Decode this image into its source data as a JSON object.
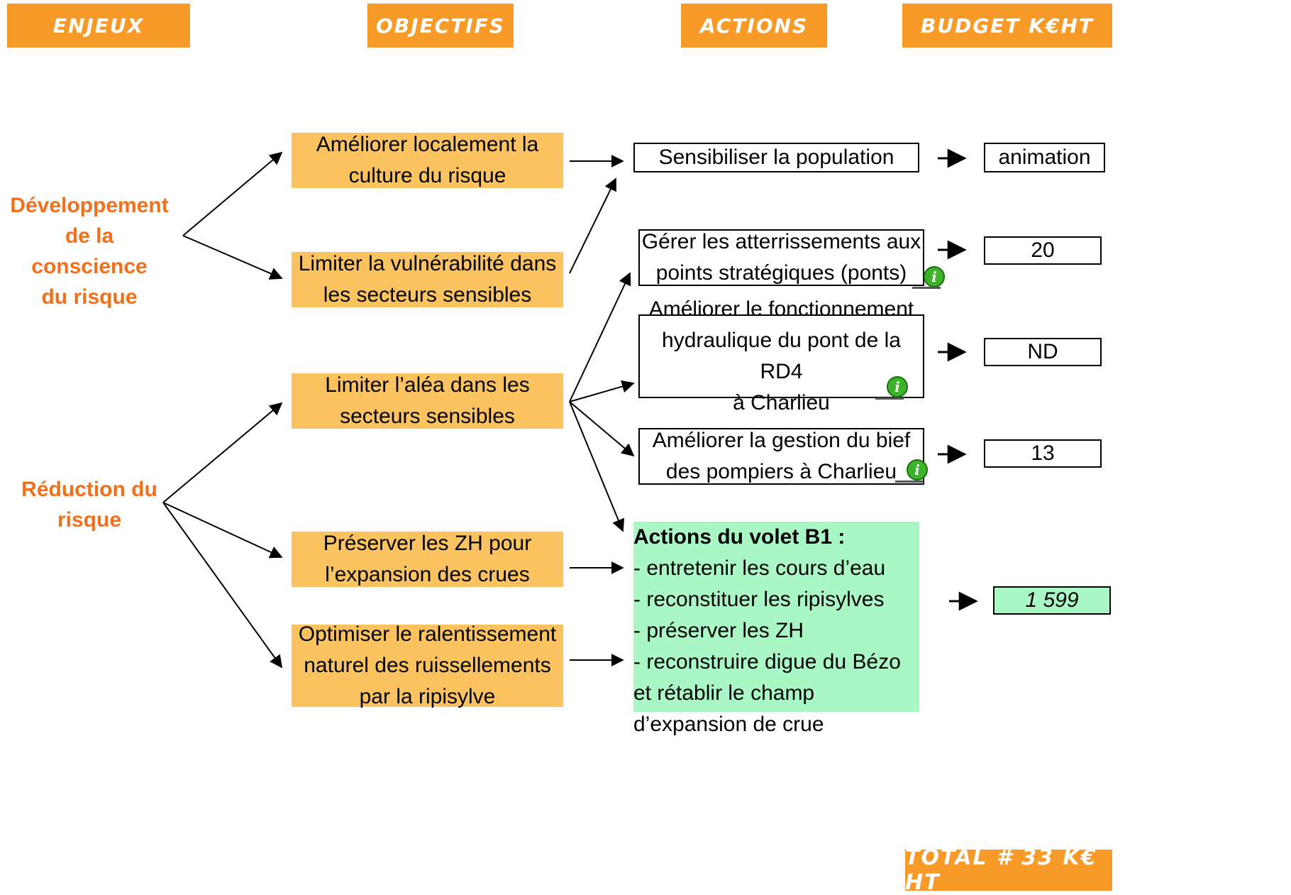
{
  "headers": {
    "enjeux": "ENJEUX",
    "objectifs": "OBJECTIFS",
    "actions": "ACTIONS",
    "budget": "BUDGET K€HT"
  },
  "enjeux": {
    "conscience": [
      "Développement",
      "de la conscience",
      "du risque"
    ],
    "reduction": [
      "Réduction du",
      "risque"
    ]
  },
  "objectifs": {
    "culture": [
      "Améliorer localement la",
      "culture du risque"
    ],
    "vulnerabilite": [
      "Limiter la vulnérabilité dans",
      "les secteurs sensibles"
    ],
    "alea": [
      "Limiter l’aléa dans les",
      "secteurs sensibles"
    ],
    "zh": [
      "Préserver les ZH pour",
      "l’expansion des crues"
    ],
    "ralentissement": [
      "Optimiser le ralentissement",
      "naturel des ruissellements",
      "par la ripisylve"
    ]
  },
  "actions": {
    "sensibiliser": [
      "Sensibiliser la population"
    ],
    "atterrissements": [
      "Gérer les atterrissements aux",
      "points stratégiques (ponts)"
    ],
    "pont": [
      "Améliorer le fonctionnement",
      "hydraulique du pont de la RD4",
      "à Charlieu"
    ],
    "bief": [
      "Améliorer la gestion du bief",
      "des pompiers à Charlieu"
    ],
    "b1_title": "Actions du volet B1 :",
    "b1_items": [
      "- entretenir les cours d’eau",
      "- reconstituer les ripisylves",
      "- préserver les ZH",
      "- reconstruire digue du Bézo",
      "et rétablir le champ",
      "d’expansion de crue"
    ]
  },
  "budget": {
    "sensibiliser": "animation",
    "atterrissements": "20",
    "pont": "ND",
    "bief": "13",
    "b1": "1 599"
  },
  "total": "TOTAL # 33 K€ HT",
  "colors": {
    "header": "#f79a28",
    "enjeu_text": "#f36f1a",
    "objectif": "#fbc35f",
    "b1": "#a8f7c4",
    "info": "#3db32a"
  }
}
